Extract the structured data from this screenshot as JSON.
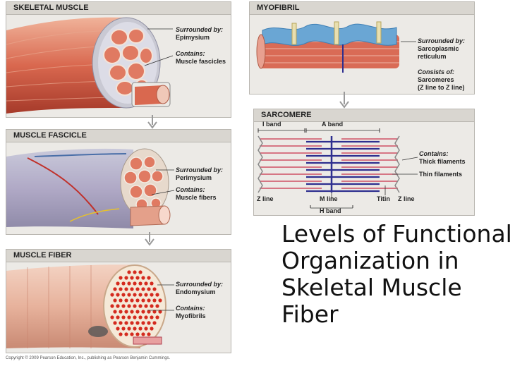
{
  "title": "Levels of Functional Organization in Skeletal Muscle Fiber",
  "copyright": "Copyright © 2009 Pearson Education, Inc., publishing as Pearson Benjamin Cummings.",
  "panels": {
    "skeletal_muscle": {
      "title": "SKELETAL MUSCLE",
      "surrounded_label": "Surrounded by:",
      "surrounded_value": "Epimysium",
      "contains_label": "Contains:",
      "contains_value": "Muscle fascicles"
    },
    "muscle_fascicle": {
      "title": "MUSCLE FASCICLE",
      "surrounded_label": "Surrounded by:",
      "surrounded_value": "Perimysium",
      "contains_label": "Contains:",
      "contains_value": "Muscle fibers"
    },
    "muscle_fiber": {
      "title": "MUSCLE FIBER",
      "surrounded_label": "Surrounded by:",
      "surrounded_value": "Endomysium",
      "contains_label": "Contains:",
      "contains_value": "Myofibrils"
    },
    "myofibril": {
      "title": "MYOFIBRIL",
      "surrounded_label": "Surrounded by:",
      "surrounded_value_1": "Sarcoplasmic",
      "surrounded_value_2": "reticulum",
      "consists_label": "Consists of:",
      "consists_value_1": "Sarcomeres",
      "consists_value_2": "(Z line to Z line)"
    },
    "sarcomere": {
      "title": "SARCOMERE",
      "i_band": "I band",
      "a_band": "A band",
      "contains_label": "Contains:",
      "thick": "Thick filaments",
      "thin": "Thin filaments",
      "z_line_left": "Z line",
      "m_line": "M line",
      "h_band": "H band",
      "titin": "Titin",
      "z_line_right": "Z line"
    }
  },
  "colors": {
    "panel_bg": "#eceae6",
    "panel_header": "#d9d6d0",
    "muscle_red": "#d9684f",
    "fiber_dot": "#d42a1e",
    "thick_filament": "#2e2f8f",
    "thin_filament": "#c8324a",
    "reticulum_blue": "#6aa6d4"
  }
}
